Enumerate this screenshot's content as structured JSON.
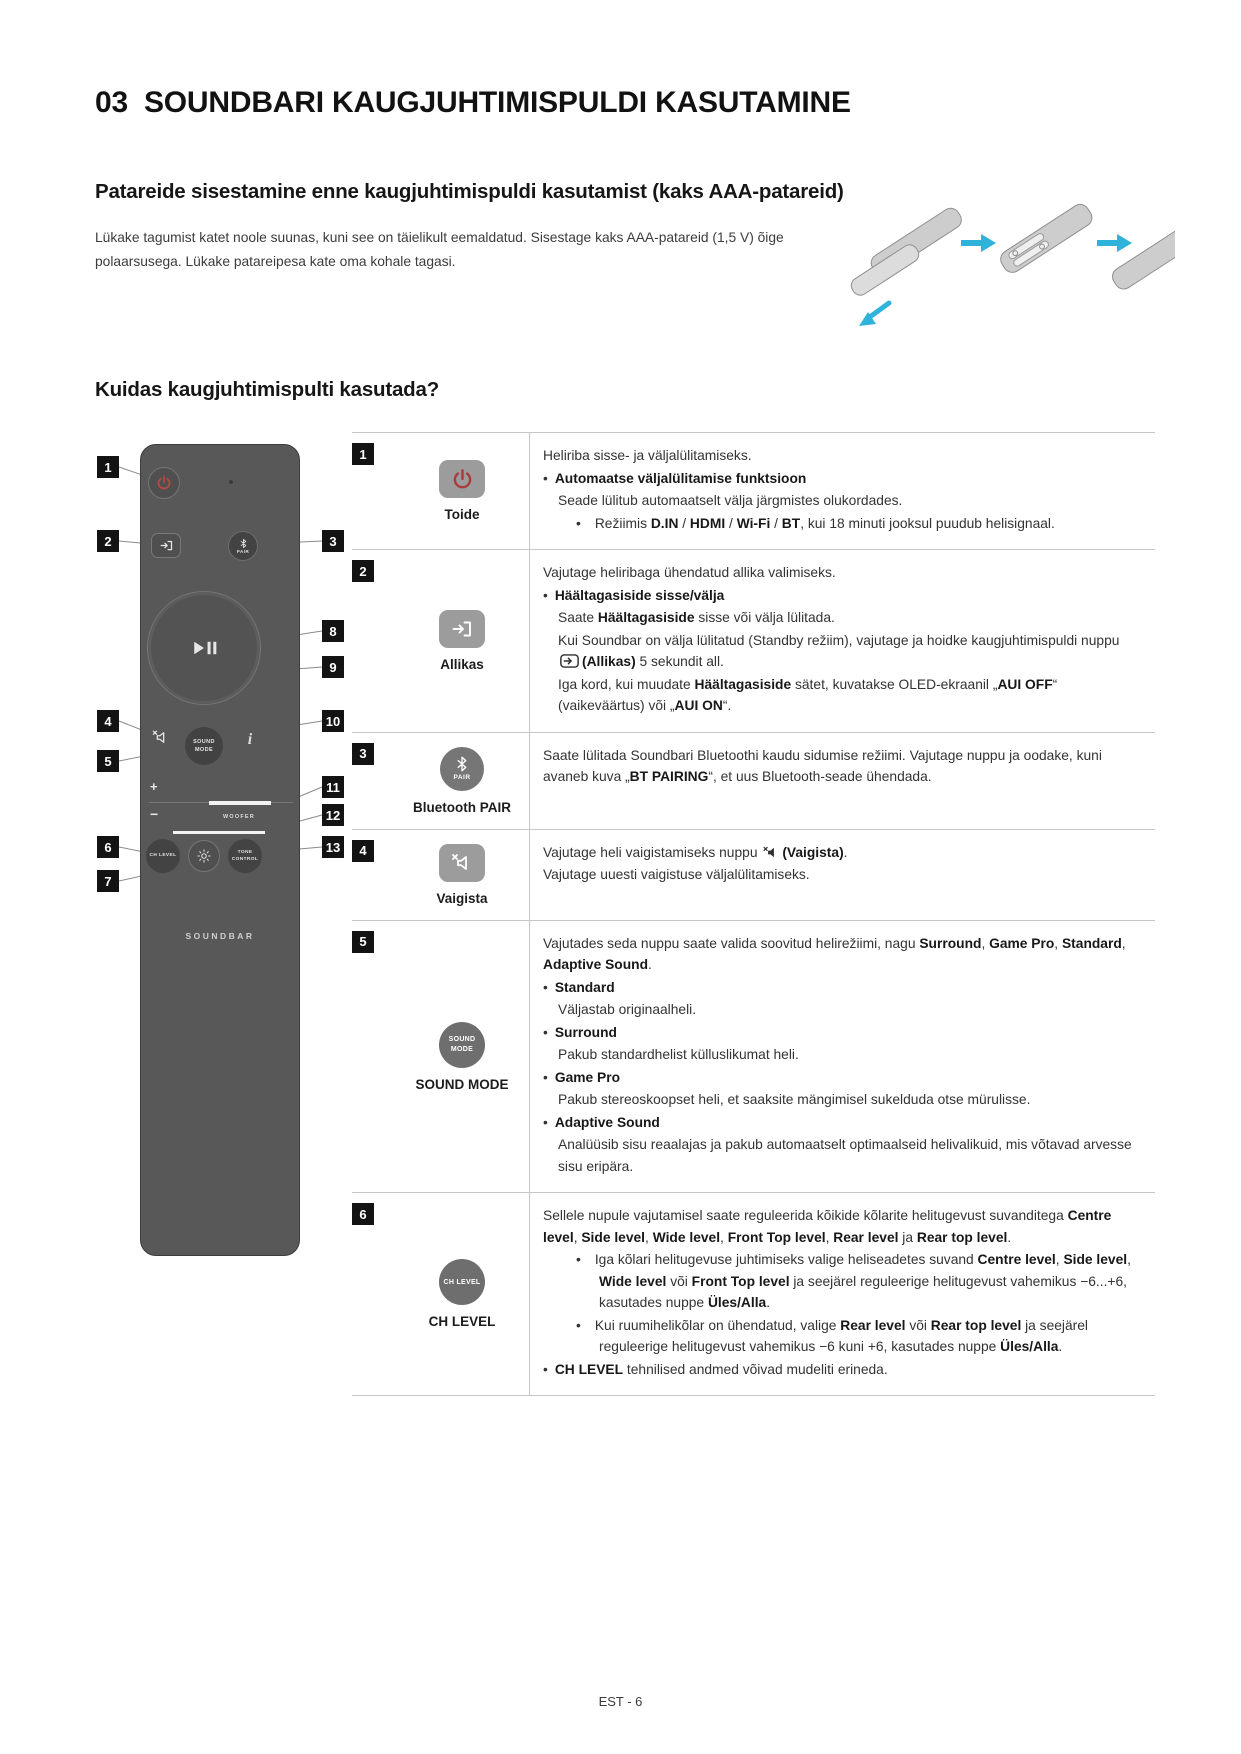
{
  "page": {
    "chapter_number": "03",
    "title": "SOUNDBARI KAUGJUHTIMISPULDI KASUTAMINE",
    "footer": "EST - 6"
  },
  "battery_section": {
    "heading": "Patareide sisestamine enne kaugjuhtimispuldi kasutamist (kaks AAA-patareid)",
    "body": "Lükake tagumist katet noole suunas, kuni see on täielikult eemaldatud. Sisestage kaks AAA-patareid (1,5 V) õige polaarsusega. Lükake patareipesa kate oma kohale tagasi."
  },
  "remote_section": {
    "heading": "Kuidas kaugjuhtimispulti kasutada?",
    "remote": {
      "brand_label": "SOUNDBAR",
      "volume_plus": "+",
      "volume_minus": "−",
      "woofer_label": "WOOFER",
      "pair_button_label": "PAIR",
      "sound_mode_button_label": [
        "SOUND",
        "MODE"
      ],
      "ch_level_button_label": "CH LEVEL",
      "tone_control_button_label": [
        "TONE",
        "CONTROL"
      ],
      "callouts": [
        "1",
        "2",
        "3",
        "4",
        "5",
        "6",
        "7",
        "8",
        "9",
        "10",
        "11",
        "12",
        "13"
      ]
    },
    "table": {
      "rows": [
        {
          "num": "1",
          "label": "Toide",
          "icon": {
            "type": "power",
            "name": "power-button-icon"
          },
          "content": [
            {
              "k": "p",
              "seg": [
                {
                  "t": "Heliriba sisse- ja väljalülitamiseks."
                }
              ]
            },
            {
              "k": "b",
              "seg": [
                {
                  "t": "Automaatse väljalülitamise funktsioon",
                  "b": true
                }
              ]
            },
            {
              "k": "i",
              "seg": [
                {
                  "t": "Seade lülitub automaatselt välja järgmistes olukordades."
                }
              ]
            },
            {
              "k": "s",
              "seg": [
                {
                  "t": "Režiimis "
                },
                {
                  "t": "D.IN",
                  "b": true
                },
                {
                  "t": " / "
                },
                {
                  "t": "HDMI",
                  "b": true
                },
                {
                  "t": " / "
                },
                {
                  "t": "Wi-Fi",
                  "b": true
                },
                {
                  "t": " / "
                },
                {
                  "t": "BT",
                  "b": true
                },
                {
                  "t": ", kui 18 minuti jooksul puudub helisignaal."
                }
              ]
            }
          ]
        },
        {
          "num": "2",
          "label": "Allikas",
          "icon": {
            "type": "source",
            "name": "source-button-icon"
          },
          "content": [
            {
              "k": "p",
              "seg": [
                {
                  "t": "Vajutage heliribaga ühendatud allika valimiseks."
                }
              ]
            },
            {
              "k": "b",
              "seg": [
                {
                  "t": "Häältagasiside sisse/välja",
                  "b": true
                }
              ]
            },
            {
              "k": "i",
              "seg": [
                {
                  "t": "Saate "
                },
                {
                  "t": "Häältagasiside",
                  "b": true
                },
                {
                  "t": " sisse või välja lülitada."
                }
              ]
            },
            {
              "k": "i",
              "seg": [
                {
                  "t": "Kui Soundbar on välja lülitatud (Standby režiim), vajutage ja hoidke kaugjuhtimispuldi nuppu "
                },
                {
                  "ic": "source"
                },
                {
                  "t": "(Allikas)",
                  "b": true
                },
                {
                  "t": " 5 sekundit all."
                }
              ]
            },
            {
              "k": "i",
              "seg": [
                {
                  "t": "Iga kord, kui muudate "
                },
                {
                  "t": "Häältagasiside",
                  "b": true
                },
                {
                  "t": " sätet, kuvatakse OLED-ekraanil „"
                },
                {
                  "t": "AUI OFF",
                  "b": true
                },
                {
                  "t": "“ (vaikeväärtus) või „"
                },
                {
                  "t": "AUI ON",
                  "b": true
                },
                {
                  "t": "“."
                }
              ]
            }
          ]
        },
        {
          "num": "3",
          "label": "Bluetooth PAIR",
          "icon": {
            "type": "bt",
            "name": "bluetooth-pair-button-icon",
            "text": [
              "PAIR"
            ]
          },
          "content": [
            {
              "k": "p",
              "seg": [
                {
                  "t": "Saate lülitada Soundbari Bluetoothi kaudu sidumise režiimi. Vajutage nuppu ja oodake, kuni avaneb kuva „"
                },
                {
                  "t": "BT PAIRING",
                  "b": true
                },
                {
                  "t": "“, et uus Bluetooth-seade ühendada."
                }
              ]
            }
          ]
        },
        {
          "num": "4",
          "label": "Vaigista",
          "icon": {
            "type": "mute",
            "name": "mute-button-icon"
          },
          "content": [
            {
              "k": "p",
              "seg": [
                {
                  "t": "Vajutage heli vaigistamiseks nuppu "
                },
                {
                  "ic": "mute"
                },
                {
                  "t": "(Vaigista)",
                  "b": true
                },
                {
                  "t": "."
                }
              ]
            },
            {
              "k": "p",
              "seg": [
                {
                  "t": "Vajutage uuesti vaigistuse väljalülitamiseks."
                }
              ]
            }
          ]
        },
        {
          "num": "5",
          "label": "SOUND MODE",
          "icon": {
            "type": "disc",
            "name": "sound-mode-button-icon",
            "text": [
              "SOUND",
              "MODE"
            ]
          },
          "content": [
            {
              "k": "p",
              "seg": [
                {
                  "t": "Vajutades seda nuppu saate valida soovitud helirežiimi, nagu "
                },
                {
                  "t": "Surround",
                  "b": true
                },
                {
                  "t": ", "
                },
                {
                  "t": "Game Pro",
                  "b": true
                },
                {
                  "t": ", "
                },
                {
                  "t": "Standard",
                  "b": true
                },
                {
                  "t": ", "
                },
                {
                  "t": "Adaptive Sound",
                  "b": true
                },
                {
                  "t": "."
                }
              ]
            },
            {
              "k": "b",
              "seg": [
                {
                  "t": "Standard",
                  "b": true
                }
              ]
            },
            {
              "k": "i",
              "seg": [
                {
                  "t": "Väljastab originaalheli."
                }
              ]
            },
            {
              "k": "b",
              "seg": [
                {
                  "t": "Surround",
                  "b": true
                }
              ]
            },
            {
              "k": "i",
              "seg": [
                {
                  "t": "Pakub standardhelist külluslikumat heli."
                }
              ]
            },
            {
              "k": "b",
              "seg": [
                {
                  "t": "Game Pro",
                  "b": true
                }
              ]
            },
            {
              "k": "i",
              "seg": [
                {
                  "t": "Pakub stereoskoopset heli, et saaksite mängimisel sukelduda otse mürulisse."
                }
              ]
            },
            {
              "k": "b",
              "seg": [
                {
                  "t": "Adaptive Sound",
                  "b": true
                }
              ]
            },
            {
              "k": "i",
              "seg": [
                {
                  "t": "Analüüsib sisu reaalajas ja pakub automaatselt optimaalseid helivalikuid, mis võtavad arvesse sisu eripära."
                }
              ]
            }
          ]
        },
        {
          "num": "6",
          "label": "CH LEVEL",
          "icon": {
            "type": "disc",
            "name": "ch-level-button-icon",
            "text": [
              "CH LEVEL"
            ]
          },
          "content": [
            {
              "k": "p",
              "seg": [
                {
                  "t": "Sellele nupule vajutamisel saate reguleerida kõikide kõlarite helitugevust suvanditega "
                },
                {
                  "t": "Centre level",
                  "b": true
                },
                {
                  "t": ", "
                },
                {
                  "t": "Side level",
                  "b": true
                },
                {
                  "t": ", "
                },
                {
                  "t": "Wide level",
                  "b": true
                },
                {
                  "t": ", "
                },
                {
                  "t": "Front Top level",
                  "b": true
                },
                {
                  "t": ", "
                },
                {
                  "t": "Rear level",
                  "b": true
                },
                {
                  "t": " ja "
                },
                {
                  "t": "Rear top level",
                  "b": true
                },
                {
                  "t": "."
                }
              ]
            },
            {
              "k": "s",
              "seg": [
                {
                  "t": "Iga kõlari helitugevuse juhtimiseks valige heliseadetes suvand "
                },
                {
                  "t": "Centre level",
                  "b": true
                },
                {
                  "t": ", "
                },
                {
                  "t": "Side level",
                  "b": true
                },
                {
                  "t": ", "
                },
                {
                  "t": "Wide level",
                  "b": true
                },
                {
                  "t": " või "
                },
                {
                  "t": "Front Top level",
                  "b": true
                },
                {
                  "t": " ja seejärel reguleerige helitugevust vahemikus −6...+6, kasutades nuppe "
                },
                {
                  "t": "Üles/Alla",
                  "b": true
                },
                {
                  "t": "."
                }
              ]
            },
            {
              "k": "s",
              "seg": [
                {
                  "t": "Kui ruumihelikõlar on ühendatud, valige "
                },
                {
                  "t": "Rear level",
                  "b": true
                },
                {
                  "t": " või "
                },
                {
                  "t": "Rear top level",
                  "b": true
                },
                {
                  "t": " ja seejärel reguleerige helitugevust vahemikus −6 kuni +6, kasutades nuppe "
                },
                {
                  "t": "Üles/Alla",
                  "b": true
                },
                {
                  "t": "."
                }
              ]
            },
            {
              "k": "b",
              "seg": [
                {
                  "t": "CH LEVEL",
                  "b": true
                },
                {
                  "t": " tehnilised andmed võivad mudeliti erineda."
                }
              ]
            }
          ]
        }
      ]
    }
  }
}
